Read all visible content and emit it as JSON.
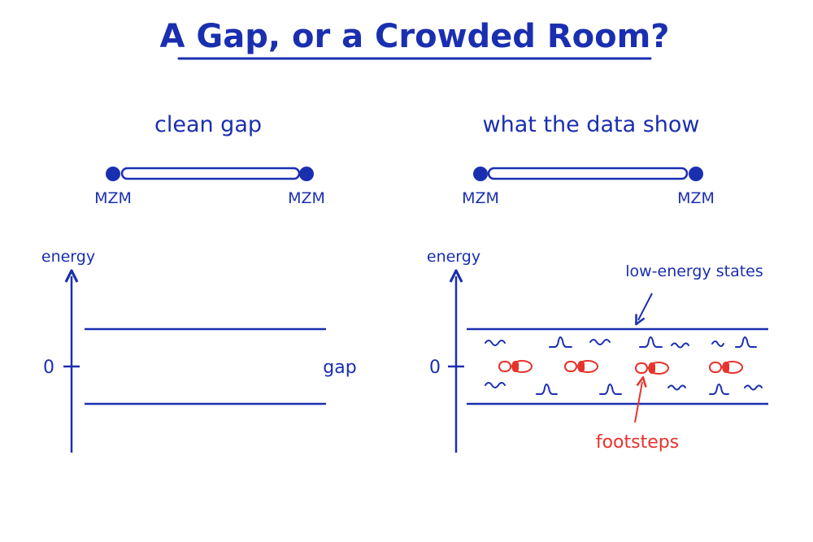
{
  "title": "A Gap, or a Crowded Room?",
  "colors": {
    "ink": "#1a2fb0",
    "accent": "#e8322c",
    "paper": "#ffffff"
  },
  "left_panel": {
    "subtitle": "clean gap",
    "wire_left_label": "MZM",
    "wire_right_label": "MZM",
    "axis_label": "energy",
    "zero_label": "0",
    "gap_label": "gap"
  },
  "right_panel": {
    "subtitle": "what the data show",
    "wire_left_label": "MZM",
    "wire_right_label": "MZM",
    "axis_label": "energy",
    "zero_label": "0",
    "states_label": "low-energy states",
    "footsteps_label": "footsteps"
  }
}
